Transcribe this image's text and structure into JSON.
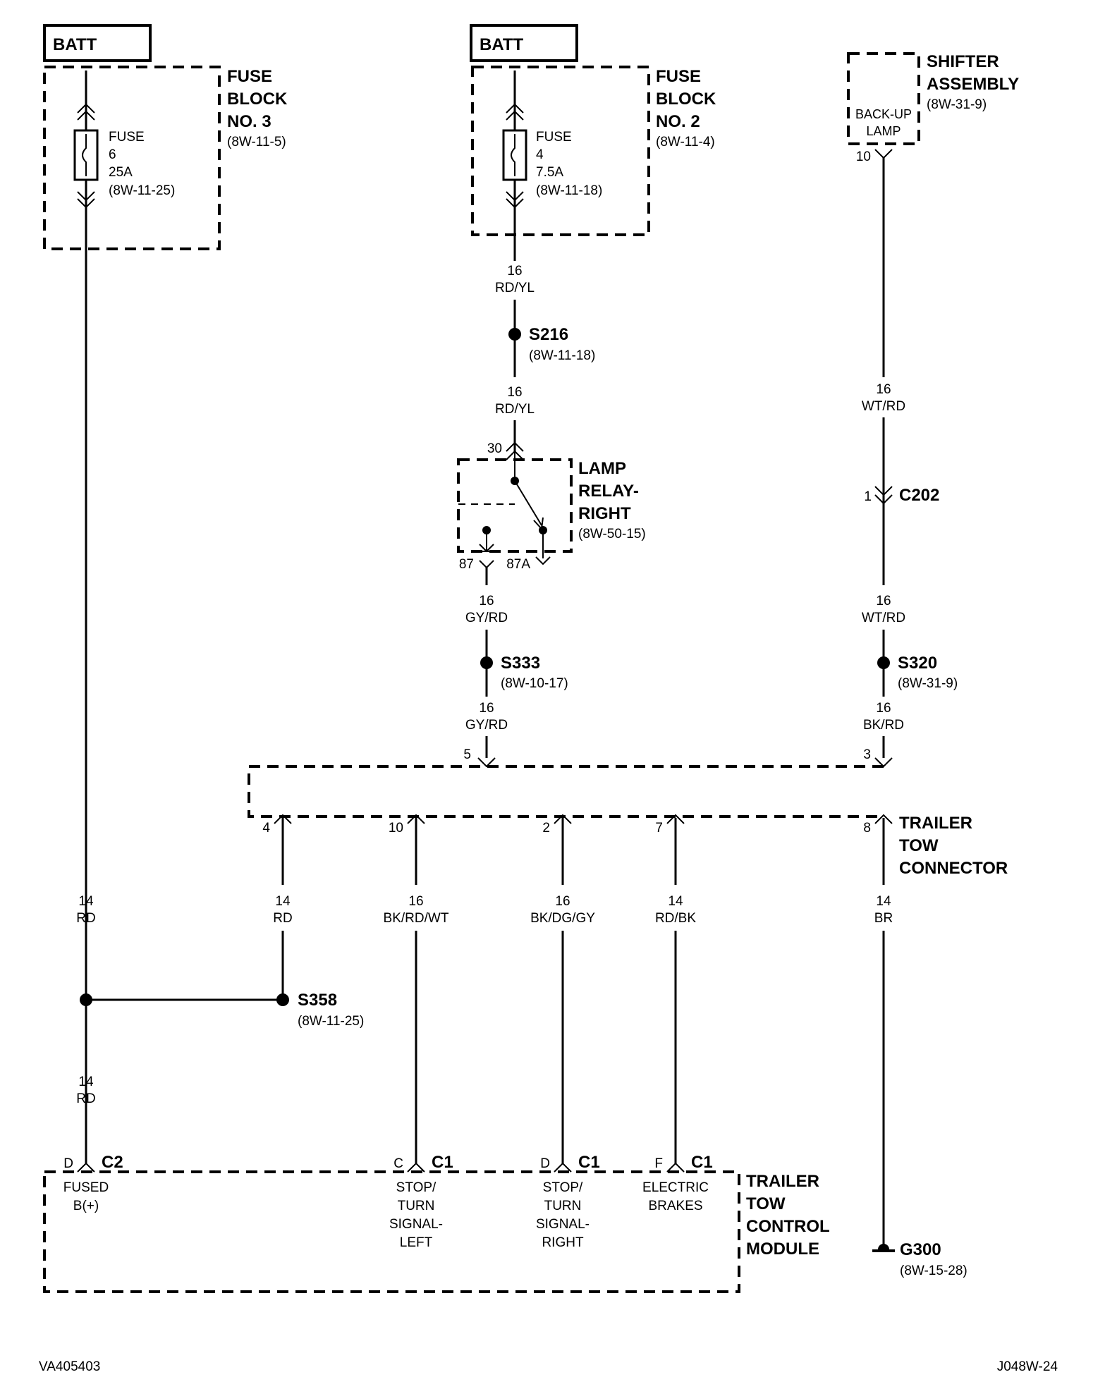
{
  "batt_left": "BATT",
  "batt_mid": "BATT",
  "fuse_block_3": {
    "l1": "FUSE",
    "l2": "BLOCK",
    "l3": "NO. 3",
    "ref": "(8W-11-5)"
  },
  "fuse_6": {
    "l1": "FUSE",
    "l2": "6",
    "l3": "25A",
    "ref": "(8W-11-25)"
  },
  "fuse_block_2": {
    "l1": "FUSE",
    "l2": "BLOCK",
    "l3": "NO. 2",
    "ref": "(8W-11-4)"
  },
  "fuse_4": {
    "l1": "FUSE",
    "l2": "4",
    "l3": "7.5A",
    "ref": "(8W-11-18)"
  },
  "shifter": {
    "l1": "SHIFTER",
    "l2": "ASSEMBLY",
    "ref": "(8W-31-9)",
    "inner1": "BACK-UP",
    "inner2": "LAMP",
    "pin": "10"
  },
  "wires": {
    "w1": {
      "gauge": "16",
      "color": "RD/YL"
    },
    "w2": {
      "gauge": "16",
      "color": "RD/YL"
    },
    "w3": {
      "gauge": "16",
      "color": "WT/RD"
    },
    "w4": {
      "gauge": "16",
      "color": "WT/RD"
    },
    "w5": {
      "gauge": "16",
      "color": "GY/RD"
    },
    "w6": {
      "gauge": "16",
      "color": "GY/RD"
    },
    "w7": {
      "gauge": "16",
      "color": "BK/RD"
    },
    "w8": {
      "gauge": "14",
      "color": "RD"
    },
    "w9": {
      "gauge": "14",
      "color": "RD"
    },
    "w10": {
      "gauge": "16",
      "color": "BK/RD/WT"
    },
    "w11": {
      "gauge": "16",
      "color": "BK/DG/GY"
    },
    "w12": {
      "gauge": "14",
      "color": "RD/BK"
    },
    "w13": {
      "gauge": "14",
      "color": "BR"
    },
    "w14": {
      "gauge": "14",
      "color": "RD"
    }
  },
  "splices": {
    "s216": {
      "name": "S216",
      "ref": "(8W-11-18)"
    },
    "s333": {
      "name": "S333",
      "ref": "(8W-10-17)"
    },
    "s320": {
      "name": "S320",
      "ref": "(8W-31-9)"
    },
    "s358": {
      "name": "S358",
      "ref": "(8W-11-25)"
    }
  },
  "relay": {
    "l1": "LAMP",
    "l2": "RELAY-",
    "l3": "RIGHT",
    "ref": "(8W-50-15)",
    "pin30": "30",
    "pin87": "87",
    "pin87a": "87A"
  },
  "c202": {
    "name": "C202",
    "pin": "1"
  },
  "trailer_connector": {
    "l1": "TRAILER",
    "l2": "TOW",
    "l3": "CONNECTOR",
    "pins": {
      "p5": "5",
      "p3": "3",
      "p4": "4",
      "p10": "10",
      "p2": "2",
      "p7": "7",
      "p8": "8"
    }
  },
  "module": {
    "l1": "TRAILER",
    "l2": "TOW",
    "l3": "CONTROL",
    "l4": "MODULE",
    "c2": {
      "pin": "D",
      "name": "C2",
      "label1": "FUSED",
      "label2": "B(+)"
    },
    "c1a": {
      "pin": "C",
      "name": "C1",
      "label1": "STOP/",
      "label2": "TURN",
      "label3": "SIGNAL-",
      "label4": "LEFT"
    },
    "c1b": {
      "pin": "D",
      "name": "C1",
      "label1": "STOP/",
      "label2": "TURN",
      "label3": "SIGNAL-",
      "label4": "RIGHT"
    },
    "c1c": {
      "pin": "F",
      "name": "C1",
      "label1": "ELECTRIC",
      "label2": "BRAKES"
    }
  },
  "ground": {
    "name": "G300",
    "ref": "(8W-15-28)"
  },
  "footer_left": "VA405403",
  "footer_right": "J048W-24"
}
